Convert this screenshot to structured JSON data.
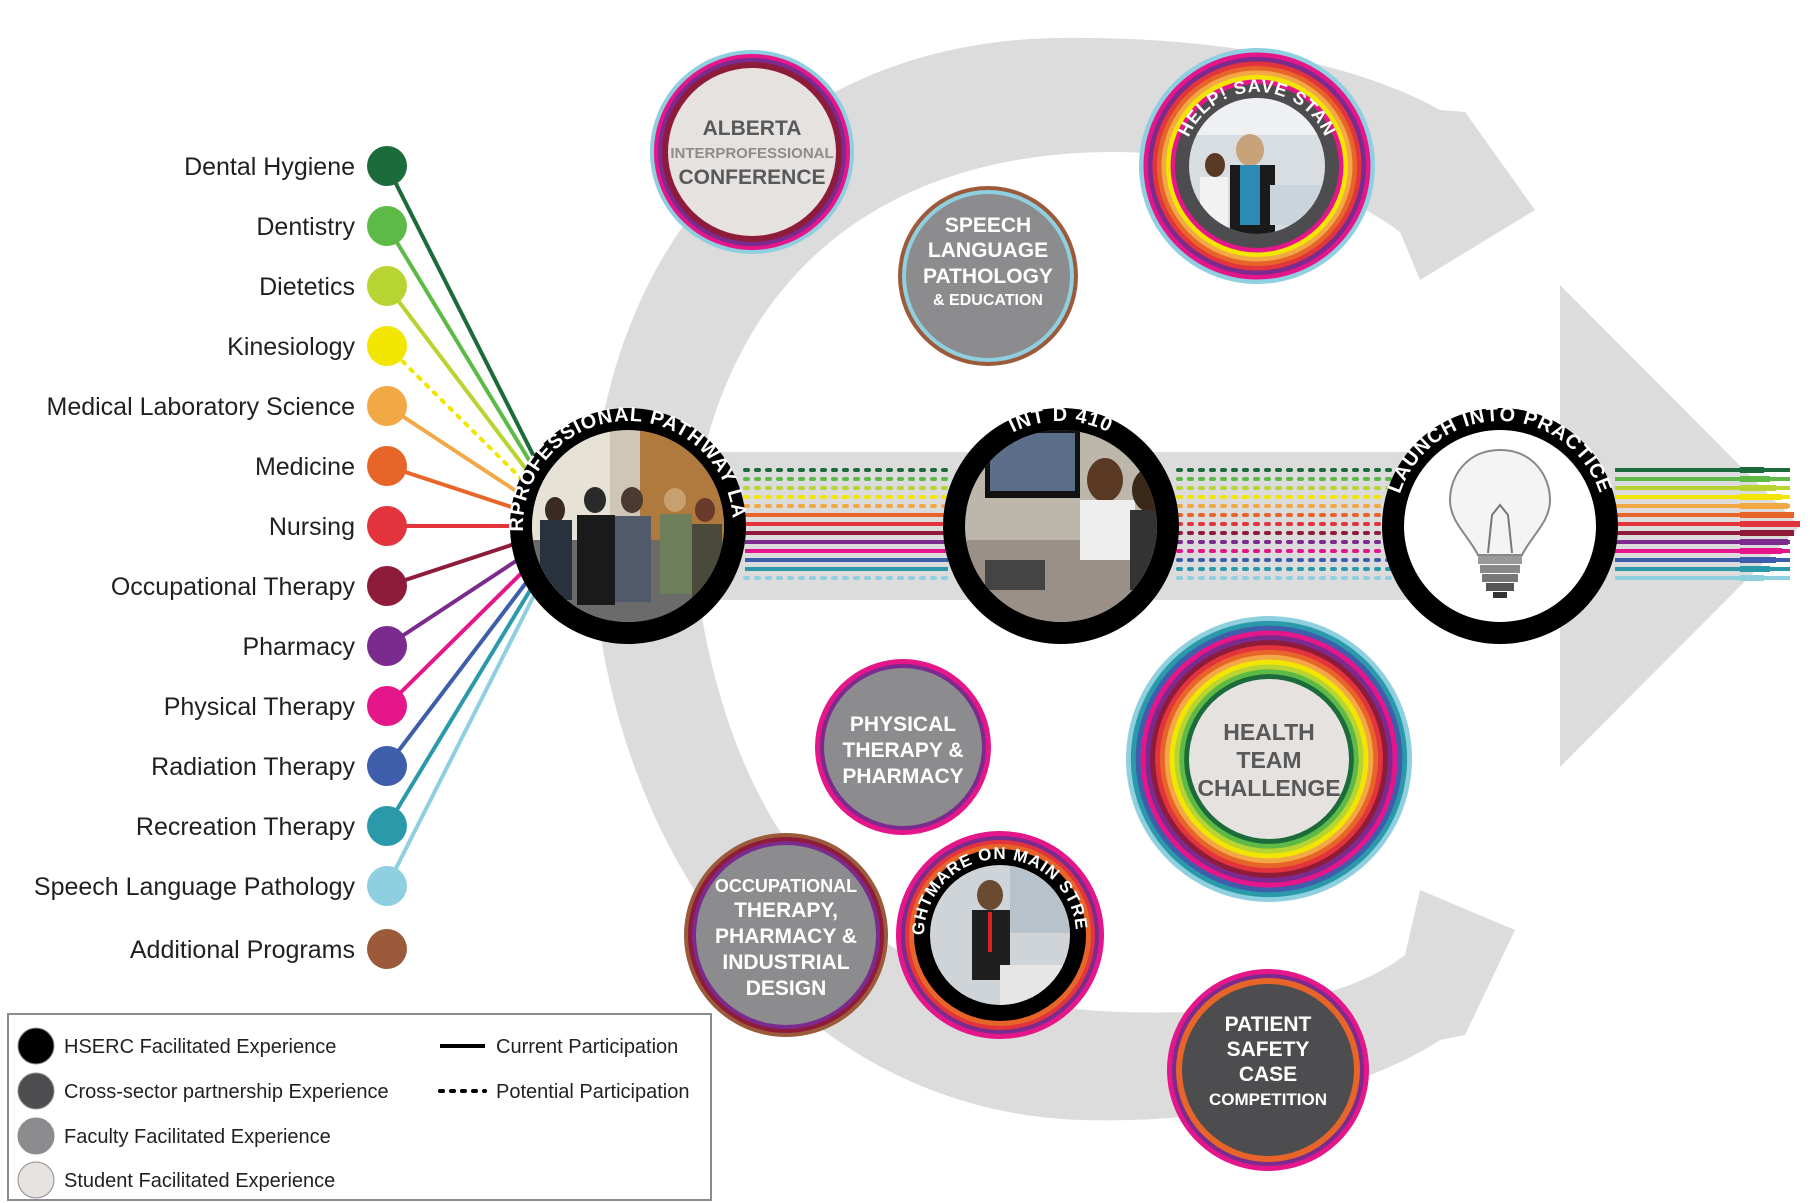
{
  "programs": [
    {
      "name": "Dental Hygiene",
      "color": "#1c6b3a",
      "participation": "current"
    },
    {
      "name": "Dentistry",
      "color": "#5dba47",
      "participation": "current"
    },
    {
      "name": "Dietetics",
      "color": "#b8d433",
      "participation": "current"
    },
    {
      "name": "Kinesiology",
      "color": "#f2e600",
      "participation": "potential"
    },
    {
      "name": "Medical Laboratory Science",
      "color": "#f3a846",
      "participation": "current"
    },
    {
      "name": "Medicine",
      "color": "#e8652a",
      "participation": "current"
    },
    {
      "name": "Nursing",
      "color": "#e3343d",
      "participation": "current"
    },
    {
      "name": "Occupational Therapy",
      "color": "#8e1b3a",
      "participation": "current"
    },
    {
      "name": "Pharmacy",
      "color": "#7b2a8e",
      "participation": "current"
    },
    {
      "name": "Physical Therapy",
      "color": "#e5168a",
      "participation": "current"
    },
    {
      "name": "Radiation Therapy",
      "color": "#3e5eab",
      "participation": "current"
    },
    {
      "name": "Recreation Therapy",
      "color": "#2a9aaa",
      "participation": "current"
    },
    {
      "name": "Speech Language Pathology",
      "color": "#8fd0e0",
      "participation": "current"
    },
    {
      "name": "Additional Programs",
      "color": "#9b5a3a",
      "participation": "none"
    }
  ],
  "experiences": {
    "launch": {
      "label": "INTERPROFESSIONAL PATHWAY LAUNCH",
      "type": "hserc",
      "photo": "group-photo"
    },
    "intd410": {
      "label": "INT D 410",
      "type": "hserc",
      "photo": "classroom-photo"
    },
    "practice": {
      "label": "LAUNCH INTO PRACTICE",
      "type": "hserc",
      "icon": "lightbulb-icon"
    },
    "alberta": {
      "lines": [
        "ALBERTA",
        "INTERPROFESSIONAL",
        "CONFERENCE"
      ],
      "type": "student"
    },
    "speech": {
      "lines": [
        "SPEECH",
        "LANGUAGE",
        "PATHOLOGY",
        "& EDUCATION"
      ],
      "type": "faculty"
    },
    "savestan": {
      "label": "HELP! SAVE STAN",
      "type": "cross-sector",
      "photo": "simulation-photo"
    },
    "physpharm": {
      "lines": [
        "PHYSICAL",
        "THERAPY &",
        "PHARMACY"
      ],
      "type": "faculty"
    },
    "healthteam": {
      "lines": [
        "HEALTH",
        "TEAM",
        "CHALLENGE"
      ],
      "type": "student"
    },
    "otpharm": {
      "lines": [
        "OCCUPATIONAL",
        "THERAPY,",
        "PHARMACY &",
        "INDUSTRIAL",
        "DESIGN"
      ],
      "type": "faculty"
    },
    "nightmare": {
      "label": "NIGHTMARE ON MAIN STREET",
      "type": "cross-sector",
      "photo": "nurse-photo"
    },
    "patient": {
      "lines": [
        "PATIENT",
        "SAFETY",
        "CASE",
        "COMPETITION"
      ],
      "type": "cross-sector"
    }
  },
  "legend": {
    "experience_types": [
      {
        "label": "HSERC Facilitated Experience",
        "color": "#000000"
      },
      {
        "label": "Cross-sector partnership Experience",
        "color": "#4d4d4f"
      },
      {
        "label": "Faculty Facilitated Experience",
        "color": "#8c8c8e"
      },
      {
        "label": "Student Facilitated Experience",
        "color": "#e6e2df"
      }
    ],
    "participation": [
      {
        "label": "Current Participation",
        "style": "solid"
      },
      {
        "label": "Potential Participation",
        "style": "dotted"
      }
    ]
  },
  "colors": {
    "arrow_gray": "#dcdcdd",
    "rainbow": [
      "#1c6b3a",
      "#5dba47",
      "#b8d433",
      "#f2e600",
      "#f3a846",
      "#e8652a",
      "#e3343d",
      "#8e1b3a",
      "#7b2a8e",
      "#e5168a",
      "#3e5eab",
      "#2a9aaa",
      "#8fd0e0"
    ]
  }
}
